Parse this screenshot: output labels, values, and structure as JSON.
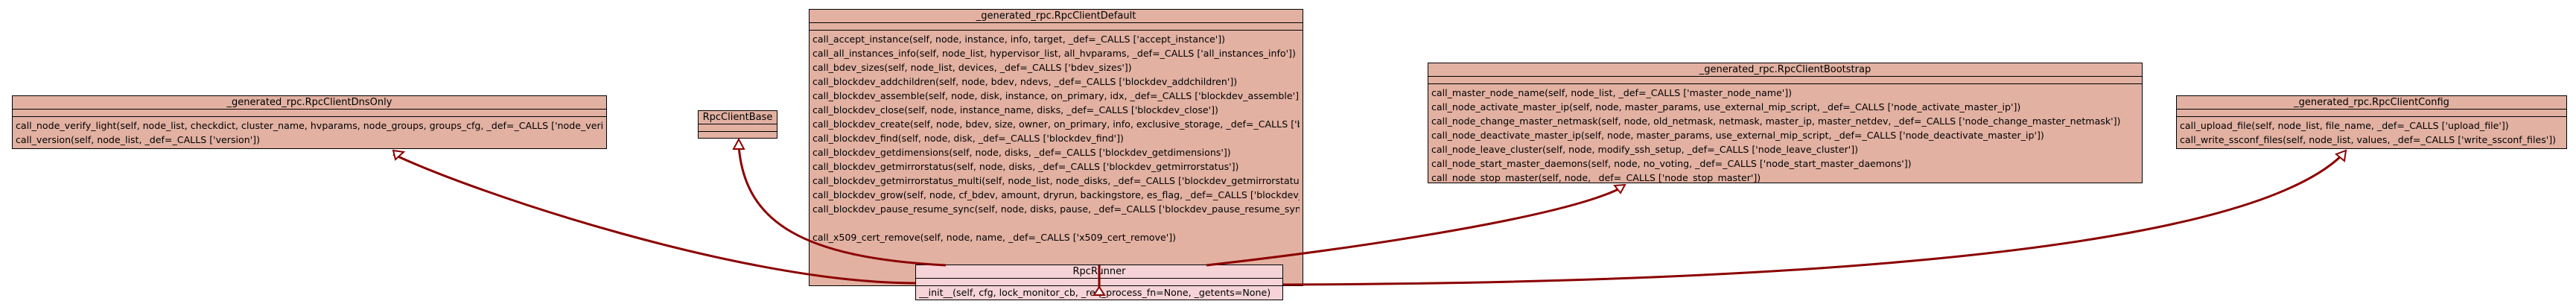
{
  "diagram": {
    "classes": [
      {
        "id": "dns_only",
        "name": "_generated_rpc.RpcClientDnsOnly",
        "methods": [
          "call_node_verify_light(self, node_list, checkdict, cluster_name, hvparams, node_groups, groups_cfg, _def=_CALLS ['node_verify_light'])",
          "call_version(self, node_list, _def=_CALLS ['version'])"
        ]
      },
      {
        "id": "base",
        "name": "RpcClientBase",
        "methods": []
      },
      {
        "id": "default",
        "name": "_generated_rpc.RpcClientDefault",
        "methods": [
          "call_accept_instance(self, node, instance, info, target, _def=_CALLS ['accept_instance'])",
          "call_all_instances_info(self, node_list, hypervisor_list, all_hvparams, _def=_CALLS ['all_instances_info'])",
          "call_bdev_sizes(self, node_list, devices, _def=_CALLS ['bdev_sizes'])",
          "call_blockdev_addchildren(self, node, bdev, ndevs, _def=_CALLS ['blockdev_addchildren'])",
          "call_blockdev_assemble(self, node, disk, instance, on_primary, idx, _def=_CALLS ['blockdev_assemble'])",
          "call_blockdev_close(self, node, instance_name, disks, _def=_CALLS ['blockdev_close'])",
          "call_blockdev_create(self, node, bdev, size, owner, on_primary, info, exclusive_storage, _def=_CALLS ['blockdev_create'])",
          "call_blockdev_find(self, node, disk, _def=_CALLS ['blockdev_find'])",
          "call_blockdev_getdimensions(self, node, disks, _def=_CALLS ['blockdev_getdimensions'])",
          "call_blockdev_getmirrorstatus(self, node, disks, _def=_CALLS ['blockdev_getmirrorstatus'])",
          "call_blockdev_getmirrorstatus_multi(self, node_list, node_disks, _def=_CALLS ['blockdev_getmirrorstatus_multi'])",
          "call_blockdev_grow(self, node, cf_bdev, amount, dryrun, backingstore, es_flag, _def=_CALLS ['blockdev_grow'])",
          "call_blockdev_pause_resume_sync(self, node, disks, pause, _def=_CALLS ['blockdev_pause_resume_sync'])",
          "call_x509_cert_remove(self, node, name, _def=_CALLS ['x509_cert_remove'])"
        ]
      },
      {
        "id": "bootstrap",
        "name": "_generated_rpc.RpcClientBootstrap",
        "methods": [
          "call_master_node_name(self, node_list, _def=_CALLS ['master_node_name'])",
          "call_node_activate_master_ip(self, node, master_params, use_external_mip_script, _def=_CALLS ['node_activate_master_ip'])",
          "call_node_change_master_netmask(self, node, old_netmask, netmask, master_ip, master_netdev, _def=_CALLS ['node_change_master_netmask'])",
          "call_node_deactivate_master_ip(self, node, master_params, use_external_mip_script, _def=_CALLS ['node_deactivate_master_ip'])",
          "call_node_leave_cluster(self, node, modify_ssh_setup, _def=_CALLS ['node_leave_cluster'])",
          "call_node_start_master_daemons(self, node, no_voting, _def=_CALLS ['node_start_master_daemons'])",
          "call_node_stop_master(self, node, _def=_CALLS ['node_stop_master'])"
        ]
      },
      {
        "id": "config",
        "name": "_generated_rpc.RpcClientConfig",
        "methods": [
          "call_upload_file(self, node_list, file_name, _def=_CALLS ['upload_file'])",
          "call_write_ssconf_files(self, node_list, values, _def=_CALLS ['write_ssconf_files'])"
        ]
      },
      {
        "id": "runner",
        "name": "RpcRunner",
        "methods": [
          "__init__(self, cfg, lock_monitor_cb, _req_process_fn=None, _getents=None)"
        ]
      }
    ],
    "colors": {
      "class_fill": "#e2b1a2",
      "runner_fill": "#f5d3d6",
      "edge": "#8b0000",
      "border": "#000000"
    }
  }
}
